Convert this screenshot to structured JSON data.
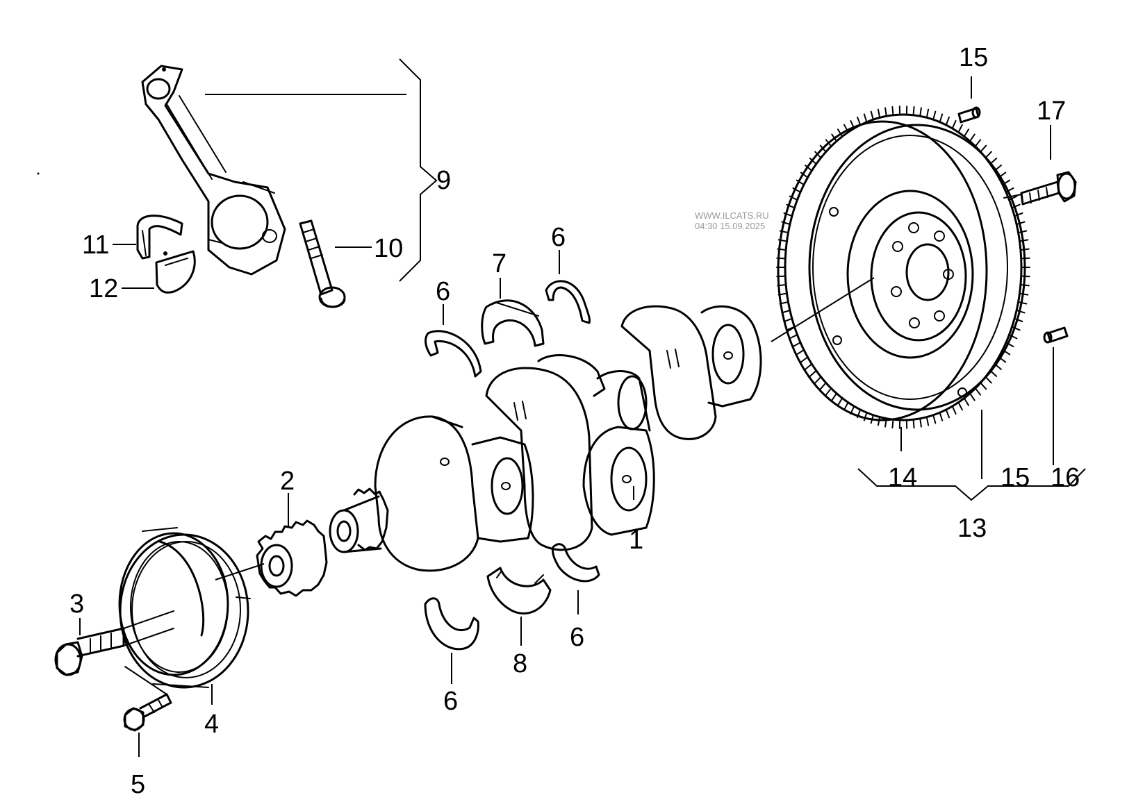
{
  "watermark": {
    "site": "WWW.ILCATS.RU",
    "timestamp": "04:30 15.09.2025"
  },
  "callouts": {
    "c1": "1",
    "c2": "2",
    "c3": "3",
    "c4": "4",
    "c5": "5",
    "c6a": "6",
    "c6b": "6",
    "c6c": "6",
    "c6d": "6",
    "c7": "7",
    "c8": "8",
    "c9": "9",
    "c10": "10",
    "c11": "11",
    "c12": "12",
    "c13": "13",
    "c14": "14",
    "c15a": "15",
    "c15b": "15",
    "c16": "16",
    "c17": "17"
  }
}
